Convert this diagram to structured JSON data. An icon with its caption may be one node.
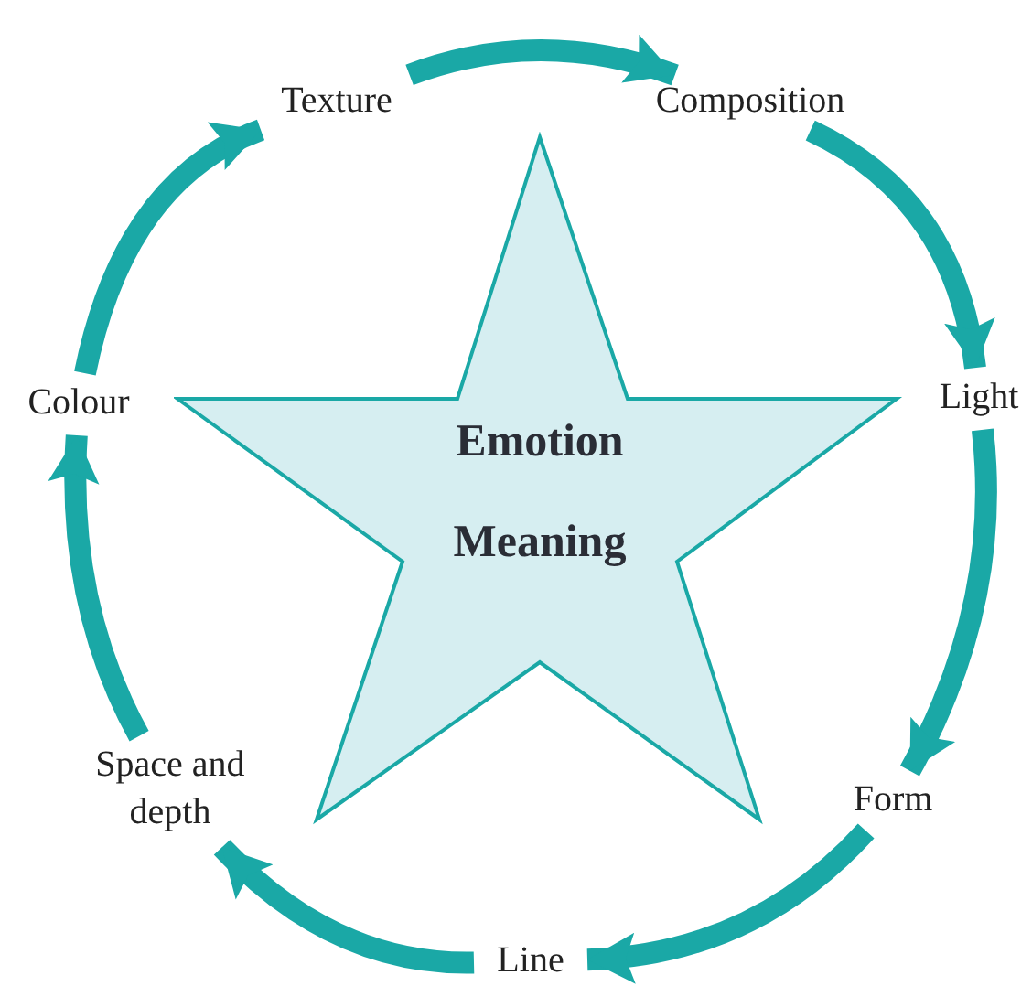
{
  "diagram": {
    "nodes": [
      {
        "text": [
          "Emotion",
          "Meaning"
        ]
      },
      {
        "text": [
          "Texture"
        ]
      },
      {
        "text": [
          "Composition"
        ]
      },
      {
        "text": [
          "Light"
        ]
      },
      {
        "text": [
          "Form"
        ]
      },
      {
        "text": [
          "Line"
        ]
      },
      {
        "text": [
          "Space and depth"
        ]
      },
      {
        "text": [
          "Colour"
        ]
      }
    ],
    "edges": [
      {
        "from": 1,
        "to": 2,
        "arrow": "to"
      },
      {
        "from": 2,
        "to": 3,
        "arrow": "to"
      },
      {
        "from": 3,
        "to": 4,
        "arrow": "to"
      },
      {
        "from": 4,
        "to": 5,
        "arrow": "to"
      },
      {
        "from": 5,
        "to": 6,
        "arrow": "to"
      },
      {
        "from": 6,
        "to": 7,
        "arrow": "to"
      },
      {
        "from": 7,
        "to": 1,
        "arrow": "to"
      }
    ]
  }
}
